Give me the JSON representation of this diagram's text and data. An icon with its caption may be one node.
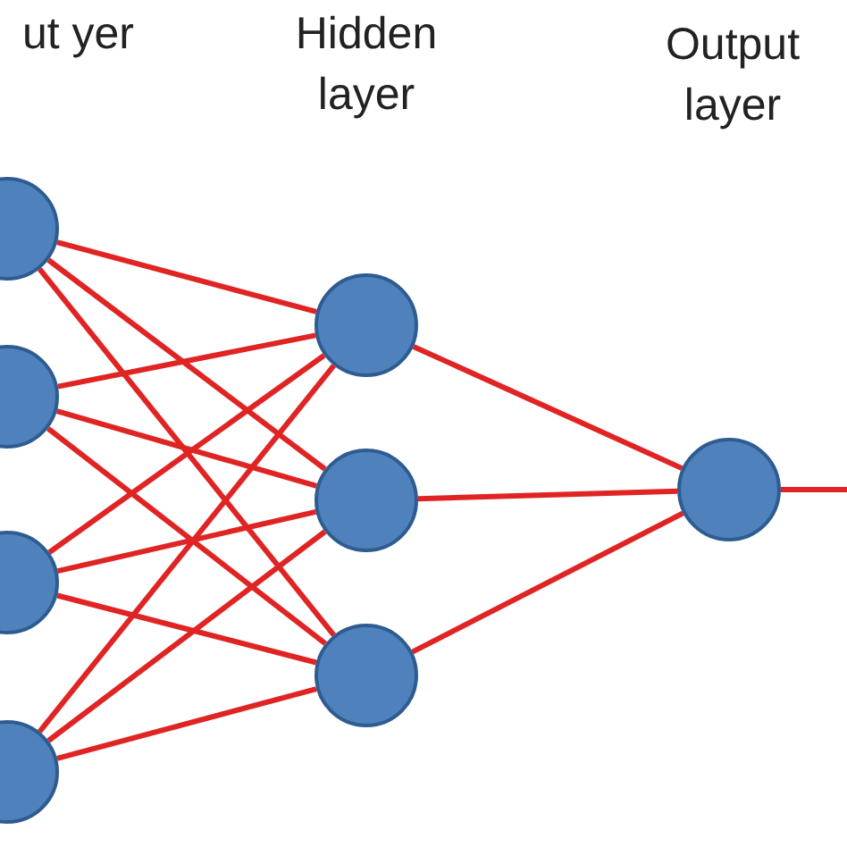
{
  "diagram": {
    "nodes": [
      {
        "text": [],
        "shape": "circle"
      },
      {
        "text": [],
        "shape": "circle"
      },
      {
        "text": [],
        "shape": "circle"
      },
      {
        "text": [],
        "shape": "circle"
      },
      {
        "text": [],
        "shape": "circle"
      },
      {
        "text": [],
        "shape": "circle"
      },
      {
        "text": [],
        "shape": "circle"
      },
      {
        "text": [],
        "shape": "circle"
      }
    ],
    "edges": [
      {
        "from": 0,
        "to": 4,
        "arrow": "none"
      },
      {
        "from": 0,
        "to": 5,
        "arrow": "none"
      },
      {
        "from": 0,
        "to": 6,
        "arrow": "none"
      },
      {
        "from": 1,
        "to": 4,
        "arrow": "none"
      },
      {
        "from": 1,
        "to": 5,
        "arrow": "none"
      },
      {
        "from": 1,
        "to": 6,
        "arrow": "none"
      },
      {
        "from": 2,
        "to": 4,
        "arrow": "none"
      },
      {
        "from": 2,
        "to": 5,
        "arrow": "none"
      },
      {
        "from": 2,
        "to": 6,
        "arrow": "none"
      },
      {
        "from": 3,
        "to": 4,
        "arrow": "none"
      },
      {
        "from": 3,
        "to": 5,
        "arrow": "none"
      },
      {
        "from": 3,
        "to": 6,
        "arrow": "none"
      },
      {
        "from": 4,
        "to": 7,
        "arrow": "none"
      },
      {
        "from": 5,
        "to": 7,
        "arrow": "none"
      },
      {
        "from": 6,
        "to": 7,
        "arrow": "none"
      },
      {
        "from": 7,
        "to": null,
        "arrow": "none"
      }
    ],
    "labels": [
      "ut yer",
      "Hidden layer",
      "Output layer"
    ]
  }
}
